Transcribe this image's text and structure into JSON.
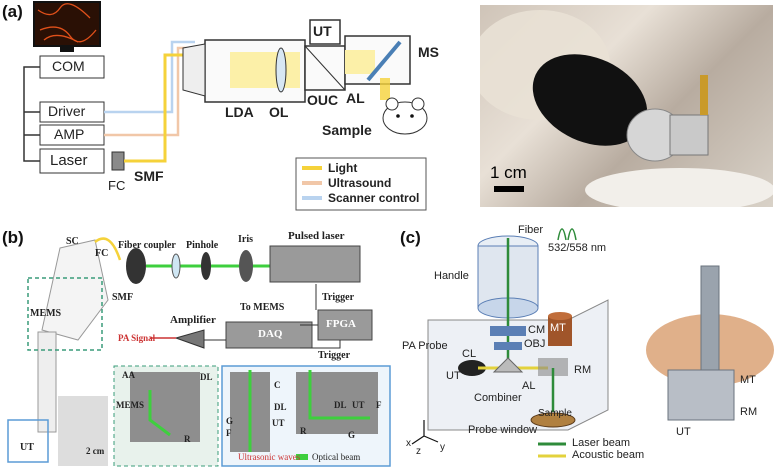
{
  "panel_a": {
    "label": "(a)",
    "blocks": {
      "com": "COM",
      "driver": "Driver",
      "amp": "AMP",
      "laser": "Laser",
      "fc": "FC",
      "smf": "SMF"
    },
    "parts": {
      "ut": "UT",
      "ms": "MS",
      "lda": "LDA",
      "ol": "OL",
      "ouc": "OUC",
      "al": "AL",
      "sample": "Sample"
    },
    "legend": [
      {
        "label": "Light",
        "color": "#f5d23a"
      },
      {
        "label": "Ultrasound",
        "color": "#f1c7a8"
      },
      {
        "label": "Scanner control",
        "color": "#b9d3ef"
      }
    ],
    "scale_bar": "1 cm"
  },
  "panel_b": {
    "label": "(b)",
    "left": {
      "sc": "SC",
      "fc": "FC",
      "mems": "MEMS",
      "ut": "UT",
      "scale": "2 cm"
    },
    "setup": {
      "fiber_coupler": "Fiber coupler",
      "smf": "SMF",
      "pinhole": "Pinhole",
      "iris": "Iris",
      "pulsed_laser": "Pulsed laser",
      "trigger_1": "Trigger",
      "to_mems": "To MEMS",
      "fpga": "FPGA",
      "daq": "DAQ",
      "trigger_2": "Trigger",
      "amplifier": "Amplifier",
      "pa_signal": "PA Signal"
    },
    "inset": {
      "aa": "AA",
      "dl": "DL",
      "mems": "MEMS",
      "r": "R",
      "c": "C",
      "dl2": "DL",
      "g": "G",
      "ut": "UT",
      "f": "F",
      "dl3": "DL",
      "ut2": "UT",
      "f2": "F",
      "r2": "R",
      "g2": "G",
      "ultrasonic_waves": "Ultrasonic waves",
      "optical_beam": "Optical beam"
    }
  },
  "panel_c": {
    "label": "(c)",
    "labels": {
      "fiber": "Fiber",
      "wavelength": "532/558 nm",
      "handle": "Handle",
      "pa_probe": "PA Probe",
      "cm": "CM",
      "obj": "OBJ",
      "mt": "MT",
      "cl": "CL",
      "ut": "UT",
      "rm": "RM",
      "al": "AL",
      "combiner": "Combiner",
      "sample": "Sample",
      "probe_window": "Probe window",
      "axis_x": "x",
      "axis_z": "z",
      "axis_y": "y",
      "mt_photo": "MT",
      "rm_photo": "RM",
      "ut_photo": "UT"
    },
    "legend": [
      {
        "label": "Laser beam",
        "color": "#2e8b3a"
      },
      {
        "label": "Acoustic beam",
        "color": "#e3d23c"
      }
    ]
  }
}
